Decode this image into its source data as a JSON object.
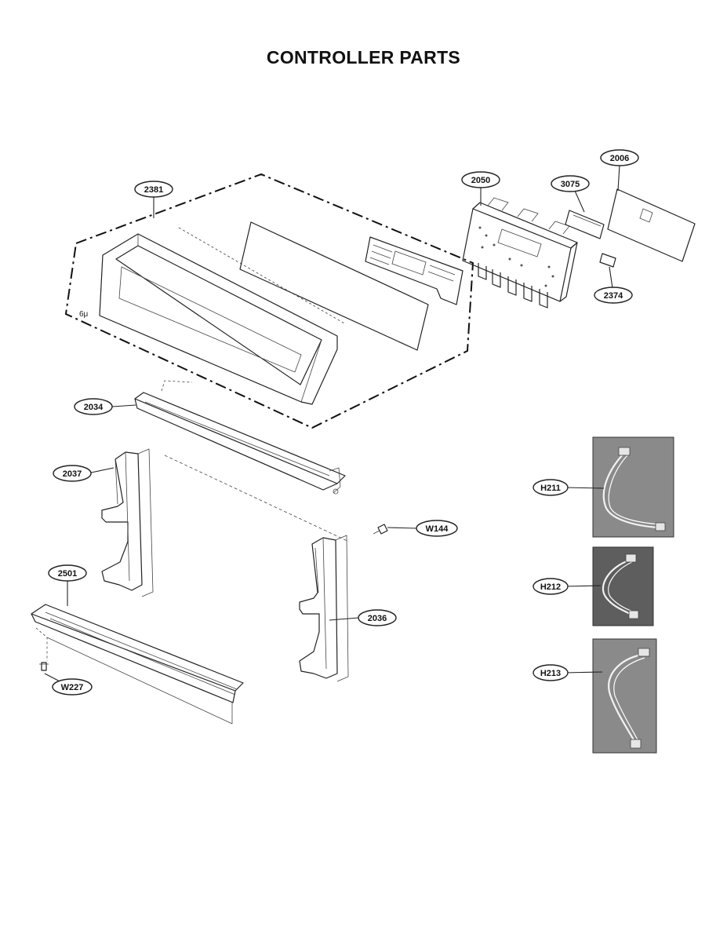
{
  "title": "CONTROLLER PARTS",
  "labels": {
    "p2381": "2381",
    "p2050": "2050",
    "p3075": "3075",
    "p2006": "2006",
    "p2374": "2374",
    "p2034": "2034",
    "p2037": "2037",
    "pW144": "W144",
    "p2501": "2501",
    "p2036": "2036",
    "pW227": "W227",
    "pH211": "H211",
    "pH212": "H212",
    "pH213": "H213"
  },
  "markings": {
    "small_mark": "6μ"
  },
  "colors": {
    "line": "#222222",
    "photo_bg": "#8a8a8a",
    "photo_bg_dark": "#5e5e5e",
    "wire": "#f2f2f2"
  }
}
